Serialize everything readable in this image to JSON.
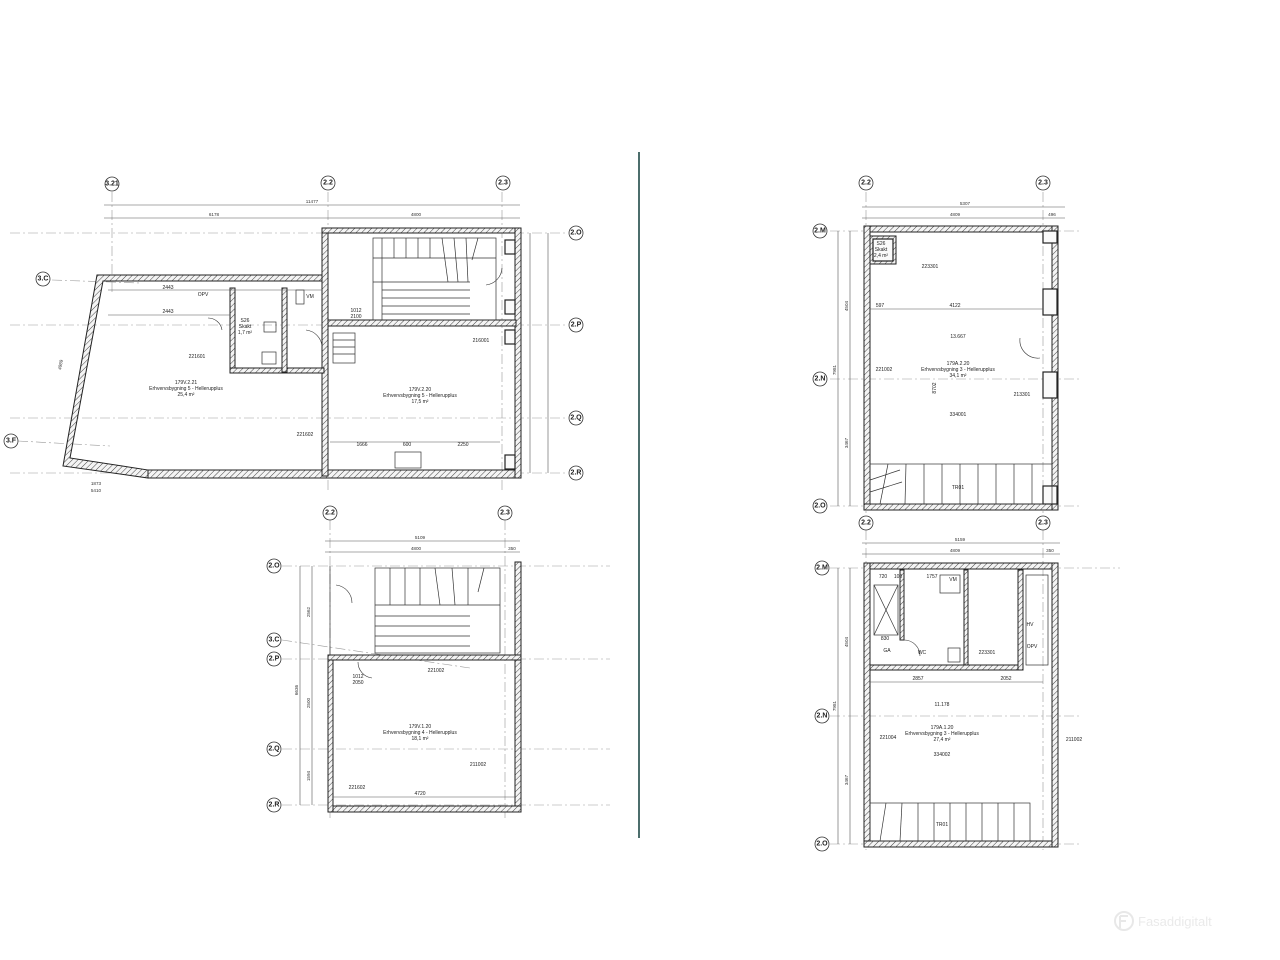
{
  "colors": {
    "divider": "#1f4a47",
    "walls": "#222222",
    "watermark": "#e6e6e6"
  },
  "watermark": {
    "icon": "logo-icon",
    "text": "Fasaddigitalt"
  },
  "plan_a": {
    "grid": {
      "c1": "3.21",
      "c2": "2.2",
      "c3": "2.3",
      "r1": "2.O",
      "r2": "2.P",
      "r3": "2.Q",
      "r4": "2.R",
      "d1": "3.C",
      "d2": "3.F"
    },
    "dims": {
      "total": "11477",
      "left": "6178",
      "right": "4800",
      "bottom1": "1873",
      "bottom2": "5410",
      "side": "4989"
    },
    "room_main": {
      "name": "179V.2.21",
      "desc": "Erhvervsbygning 5 - Hellerupplus",
      "area": "25,4 m²"
    },
    "room_right": {
      "name": "179V.2.20",
      "desc": "Erhvervsbygning 5 - Hellerupplus",
      "area": "17,5 m²"
    },
    "wc": {
      "name": "S26",
      "label": "Skakt",
      "area": "1,7 m²"
    },
    "labels": {
      "opv": "OPV",
      "vm": "VM",
      "tag1": "221601",
      "tag2": "221602",
      "tag3": "216001",
      "d_2443": "2443",
      "d_2100": "2100",
      "d_1012": "1012",
      "d_2250": "2250",
      "d_600": "600",
      "d_1666": "1666"
    }
  },
  "plan_b": {
    "grid": {
      "c1": "2.2",
      "c2": "2.3",
      "r1": "2.O",
      "r2": "3.C",
      "r3": "2.P",
      "r4": "2.Q",
      "r5": "2.R"
    },
    "dims": {
      "total": "5109",
      "inner": "4800",
      "side": "350",
      "bottom": "4720",
      "left1": "2562",
      "left2": "2500",
      "left3": "1594",
      "vertical": "6636"
    },
    "room": {
      "name": "179V.1.20",
      "desc": "Erhvervsbygning 4 - Hellerupplus",
      "area": "18,1 m²"
    },
    "labels": {
      "tag1": "221002",
      "tag2": "211002",
      "tag3": "221602",
      "d_1012": "1012",
      "d_2050": "2050"
    }
  },
  "plan_c": {
    "grid": {
      "c1": "2.2",
      "c2": "2.3",
      "r1": "2.M",
      "r2": "2.N",
      "r3": "2.O"
    },
    "dims": {
      "total": "5307",
      "inner": "4809",
      "side": "496",
      "span": "4122",
      "left_top": "4504",
      "left_bot": "3467",
      "vertical": "7981",
      "d_597": "597",
      "d_8702": "8702"
    },
    "room": {
      "name": "179A.2.20",
      "desc": "Erhvervsbygning 3 - Hellerupplus",
      "area": "34,1 m²"
    },
    "shaft": {
      "name": "S26",
      "label": "Skakt",
      "area": "2,4 m²"
    },
    "labels": {
      "tag1": "223301",
      "tag2": "221002",
      "tag3": "213301",
      "tag4": "334001",
      "dim_center": "13.667",
      "stair": "TR01"
    }
  },
  "plan_d": {
    "grid": {
      "c1": "2.2",
      "c2": "2.3",
      "r1": "2.M",
      "r2": "2.N",
      "r3": "2.O"
    },
    "dims": {
      "total": "5159",
      "inner": "4809",
      "side": "350",
      "left_top": "4504",
      "left_bot": "3467",
      "vertical": "7981",
      "d_2857": "2857",
      "d_2052": "2052"
    },
    "room": {
      "name": "179A.1.20",
      "desc": "Erhvervsbygning 3 - Hellerupplus",
      "area": "27,4 m²"
    },
    "labels": {
      "vm": "VM",
      "wc": "WC",
      "ga": "GA",
      "opv": "OPV",
      "hv": "HV",
      "tag1": "223301",
      "tag2": "221004",
      "tag3": "334002",
      "tag4": "211002",
      "dim_center": "11.178",
      "stair": "TR01",
      "d_720": "720",
      "d_100": "100",
      "d_1757": "1757",
      "d_830": "830"
    }
  }
}
